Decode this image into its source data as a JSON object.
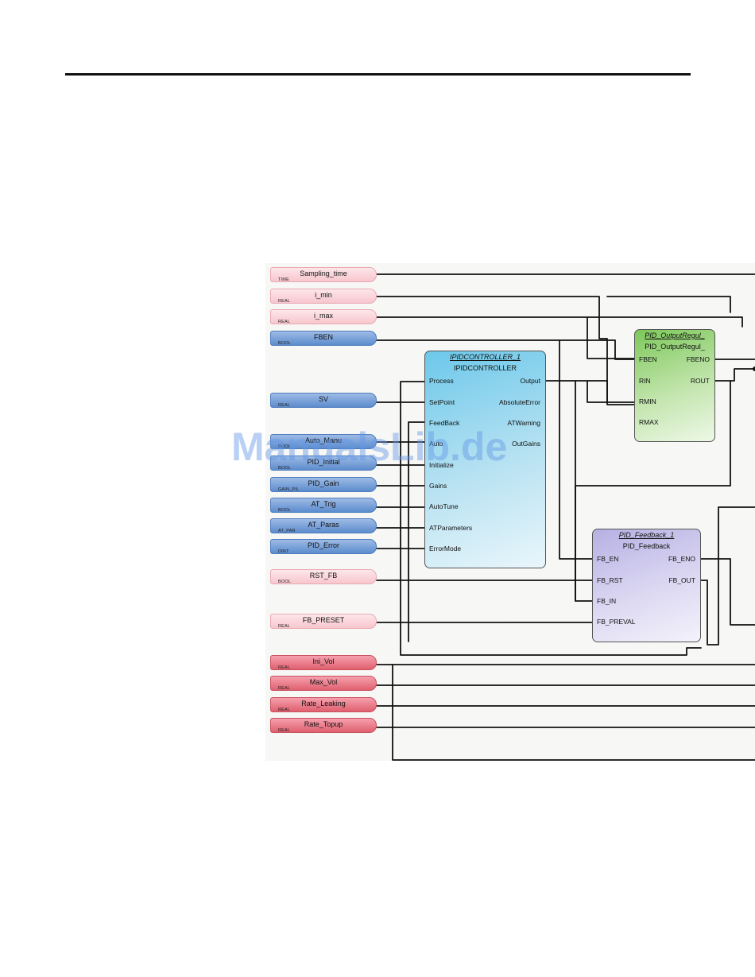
{
  "watermark": "ManualsLib.de",
  "variables": [
    {
      "name": "Sampling_time",
      "type": "TIME"
    },
    {
      "name": "i_min",
      "type": "REAL"
    },
    {
      "name": "i_max",
      "type": "REAL"
    },
    {
      "name": "FBEN",
      "type": "BOOL"
    },
    {
      "name": "SV",
      "type": "REAL"
    },
    {
      "name": "Auto_Manu",
      "type": "BOOL"
    },
    {
      "name": "PID_Initial",
      "type": "BOOL"
    },
    {
      "name": "PID_Gain",
      "type": "GAIN_PIL"
    },
    {
      "name": "AT_Trig",
      "type": "BOOL"
    },
    {
      "name": "AT_Paras",
      "type": "AT_PAR"
    },
    {
      "name": "PID_Error",
      "type": "DINT"
    },
    {
      "name": "RST_FB",
      "type": "BOOL"
    },
    {
      "name": "FB_PRESET",
      "type": "REAL"
    },
    {
      "name": "Ini_Vol",
      "type": "REAL"
    },
    {
      "name": "Max_Vol",
      "type": "REAL"
    },
    {
      "name": "Rate_Leaking",
      "type": "REAL"
    },
    {
      "name": "Rate_Topup",
      "type": "REAL"
    }
  ],
  "blocks": {
    "pid": {
      "instance": "IPIDCONTROLLER_1",
      "type": "IPIDCONTROLLER",
      "inputs": [
        "Process",
        "SetPoint",
        "FeedBack",
        "Auto",
        "Initialize",
        "Gains",
        "AutoTune",
        "ATParameters",
        "ErrorMode"
      ],
      "outputs": [
        "Output",
        "AbsoluteError",
        "ATWarning",
        "OutGains"
      ]
    },
    "regu": {
      "instance": "PID_OutputRegul_",
      "type": "PID_OutputRegul_",
      "inputs": [
        "FBEN",
        "RIN",
        "RMIN",
        "RMAX"
      ],
      "outputs": [
        "FBENO",
        "ROUT"
      ]
    },
    "feedback": {
      "instance": "PID_Feedback_1",
      "type": "PID_Feedback",
      "inputs": [
        "FB_EN",
        "FB_RST",
        "FB_IN",
        "FB_PREVAL"
      ],
      "outputs": [
        "FB_ENO",
        "FB_OUT"
      ]
    }
  }
}
